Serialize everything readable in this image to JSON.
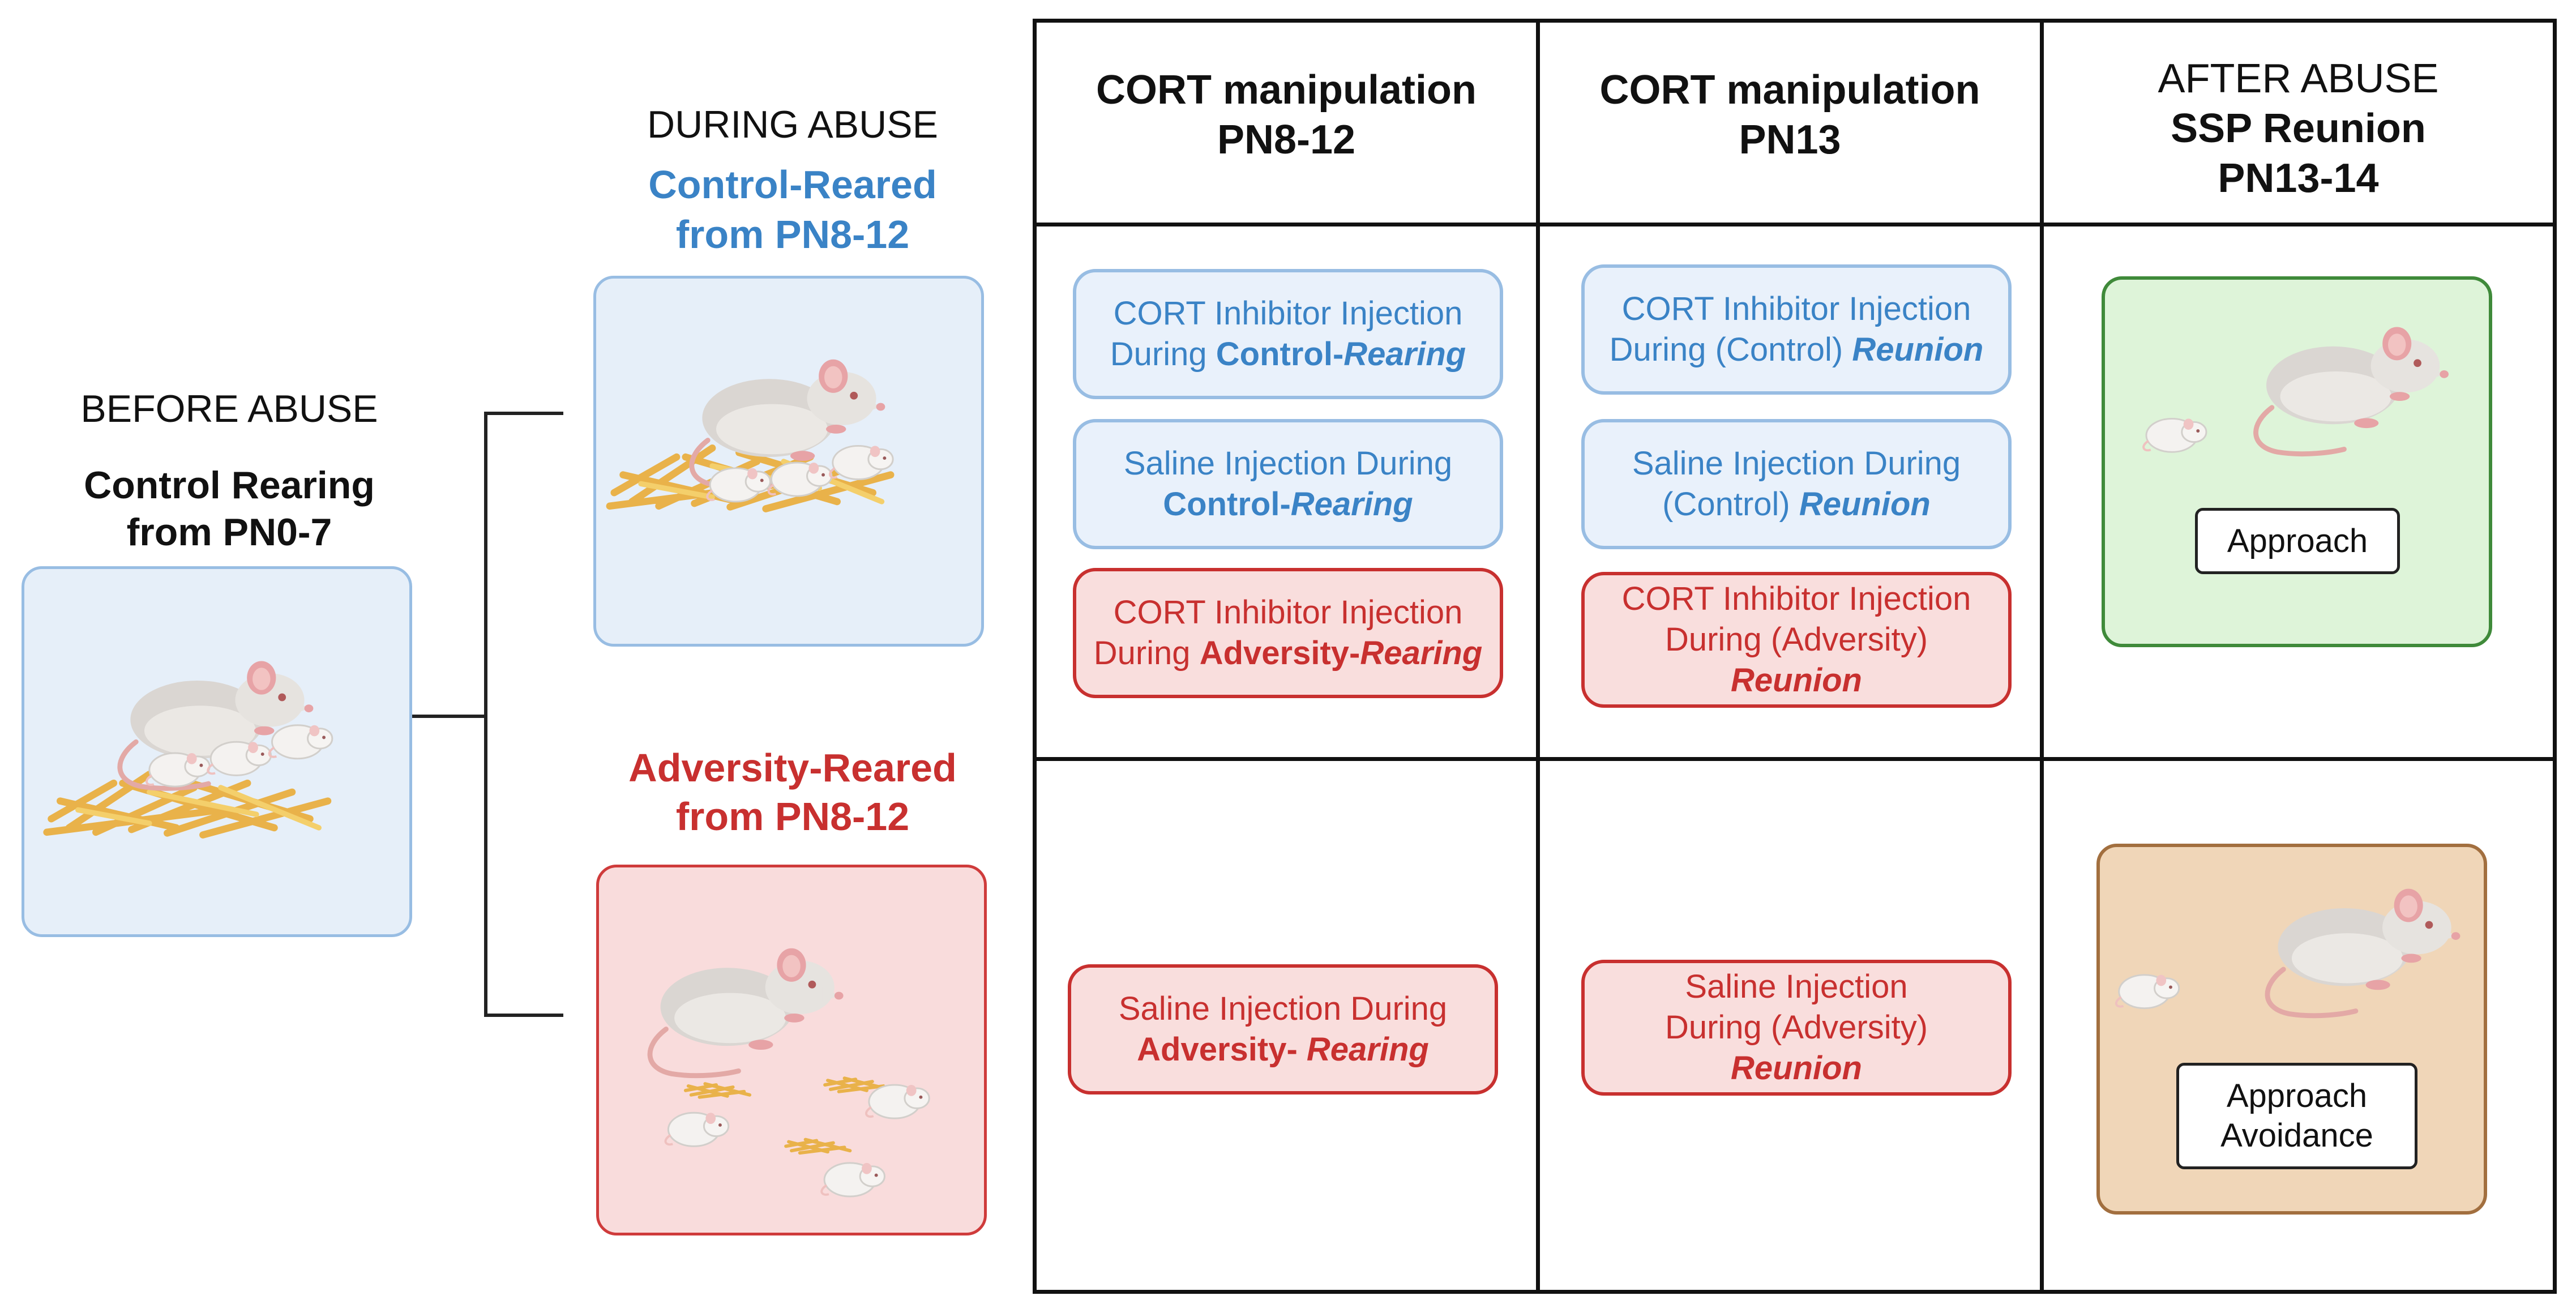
{
  "before": {
    "heading": "BEFORE ABUSE",
    "title_line1": "Control Rearing",
    "title_line2": "from PN0-7"
  },
  "during": {
    "heading": "DURING ABUSE",
    "control_line1": "Control-Reared",
    "control_line2": "from PN8-12",
    "adversity_line1": "Adversity-Reared",
    "adversity_line2": "from PN8-12"
  },
  "columns": [
    {
      "bold": "CORT manipulation",
      "bold2": "PN8-12"
    },
    {
      "bold": "CORT manipulation",
      "bold2": "PN13"
    },
    {
      "normal": "AFTER ABUSE",
      "bold": "SSP Reunion",
      "bold2": "PN13-14"
    }
  ],
  "col1_boxes": {
    "b1": {
      "l1": "CORT Inhibitor Injection",
      "l2a": "During ",
      "l2b": "Control-",
      "l2c": "Rearing"
    },
    "b2": {
      "l1": "Saline Injection During",
      "l2a": "Control-",
      "l2b": "Rearing"
    },
    "b3": {
      "l1": "CORT Inhibitor Injection",
      "l2a": "During ",
      "l2b": "Adversity-",
      "l2c": "Rearing"
    },
    "b4": {
      "l1": "Saline Injection During",
      "l2a": "Adversity- ",
      "l2b": "Rearing"
    }
  },
  "col2_boxes": {
    "b1": {
      "l1": "CORT Inhibitor Injection",
      "l2a": "During (Control) ",
      "l2b": "Reunion"
    },
    "b2": {
      "l1": "Saline Injection During",
      "l2a": "(Control) ",
      "l2b": "Reunion"
    },
    "b3": {
      "l1": "CORT Inhibitor Injection",
      "l2": "During (Adversity)",
      "l3": "Reunion"
    },
    "b4": {
      "l1": "Saline Injection",
      "l2": "During (Adversity)",
      "l3": "Reunion"
    }
  },
  "outcomes": {
    "approach": "Approach",
    "approach_avoidance_l1": "Approach",
    "approach_avoidance_l2": "Avoidance"
  },
  "colors": {
    "blue": "#3a83c6",
    "red": "#c8302f",
    "green_panel": "#def4d9",
    "tan_panel": "#f0d6b8"
  },
  "icons": {
    "rat": "rat-mother-icon",
    "pup": "rat-pup-icon",
    "nest": "straw-nest-icon"
  }
}
